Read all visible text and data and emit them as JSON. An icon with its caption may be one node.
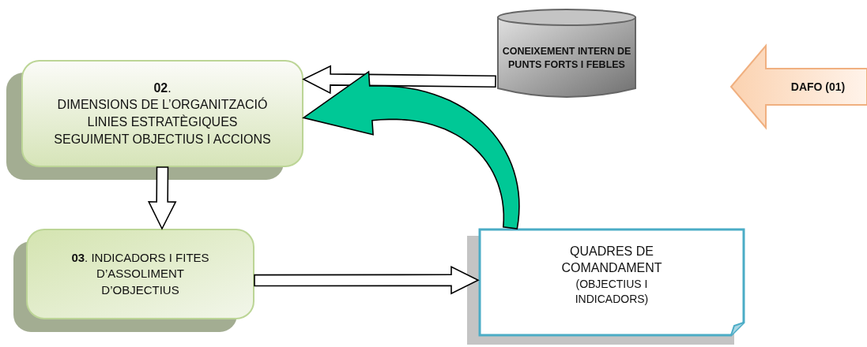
{
  "diagram": {
    "nodes": [
      {
        "text": [
          "**02**.",
          "DIMENSIONS DE L’ORGANITZACIÓ",
          "LINIES ESTRATÈGIQUES",
          "SEGUIMENT OBJECTIUS I ACCIONS"
        ]
      },
      {
        "text": [
          "CONEIXEMENT INTERN DE PUNTS FORTS I FEBLES"
        ]
      },
      {
        "text": [
          "DAFO (01)"
        ]
      },
      {
        "text": [
          "**03**. INDICADORS I FITES D’ASSOLIMENT D’OBJECTIUS"
        ]
      },
      {
        "text": [
          "QUADRES DE COMANDAMENT",
          "(OBJECTIUS I INDICADORS)"
        ]
      }
    ],
    "edges": [
      {
        "from": 1,
        "to": 0,
        "arrow": "to"
      },
      {
        "from": 0,
        "to": 3,
        "arrow": "to"
      },
      {
        "from": 3,
        "to": 4,
        "arrow": "to"
      },
      {
        "from": 4,
        "to": 0,
        "arrow": "to",
        "color": "#00c896"
      }
    ]
  }
}
